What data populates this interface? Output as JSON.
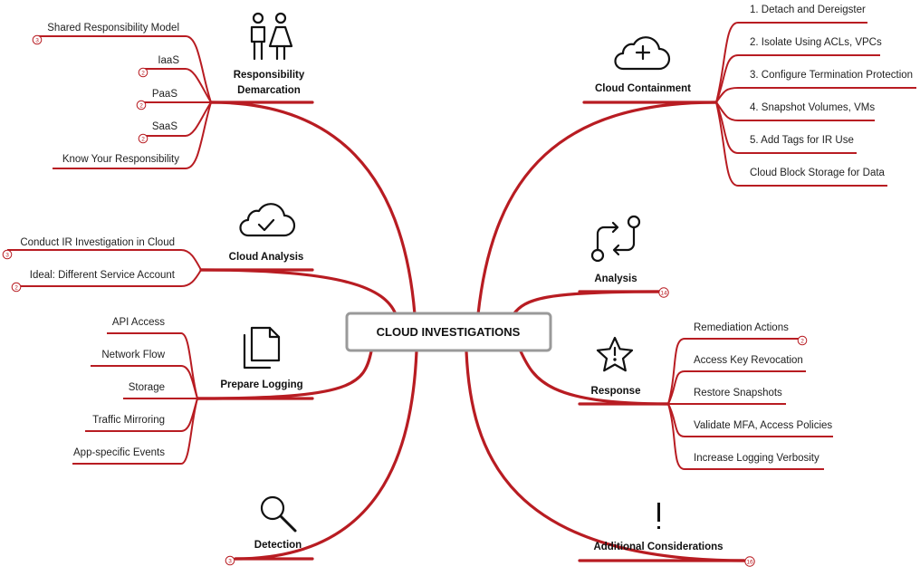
{
  "center": {
    "title": "CLOUD INVESTIGATIONS"
  },
  "branches": {
    "responsibility": {
      "label_line1": "Responsibility",
      "label_line2": "Demarcation",
      "icon": "people-icon",
      "items": [
        {
          "label": "Shared Responsibility Model",
          "badge": "3"
        },
        {
          "label": "IaaS",
          "badge": "2"
        },
        {
          "label": "PaaS",
          "badge": "2"
        },
        {
          "label": "SaaS",
          "badge": "2"
        },
        {
          "label": "Know Your Responsibility"
        }
      ]
    },
    "cloud_analysis": {
      "label": "Cloud Analysis",
      "icon": "cloud-check-icon",
      "items": [
        {
          "label": "Conduct IR Investigation in Cloud",
          "badge": "3"
        },
        {
          "label": "Ideal: Different Service Account",
          "badge": "2"
        }
      ]
    },
    "prepare_logging": {
      "label": "Prepare Logging",
      "icon": "documents-icon",
      "items": [
        {
          "label": "API Access"
        },
        {
          "label": "Network Flow"
        },
        {
          "label": "Storage"
        },
        {
          "label": "Traffic Mirroring"
        },
        {
          "label": "App-specific Events"
        }
      ]
    },
    "detection": {
      "label": "Detection",
      "icon": "magnifier-icon",
      "badge": "3"
    },
    "cloud_containment": {
      "label": "Cloud Containment",
      "icon": "cloud-plus-icon",
      "items": [
        {
          "label": "1. Detach and Dereigster"
        },
        {
          "label": "2. Isolate Using ACLs, VPCs"
        },
        {
          "label": "3. Configure Termination Protection"
        },
        {
          "label": "4. Snapshot Volumes, VMs"
        },
        {
          "label": "5. Add Tags for IR Use"
        },
        {
          "label": "Cloud Block Storage for Data"
        }
      ]
    },
    "analysis": {
      "label": "Analysis",
      "icon": "git-compare-icon",
      "badge": "14"
    },
    "response": {
      "label": "Response",
      "icon": "star-alert-icon",
      "items": [
        {
          "label": "Remediation Actions",
          "badge": "2"
        },
        {
          "label": "Access Key Revocation"
        },
        {
          "label": "Restore Snapshots"
        },
        {
          "label": "Validate MFA, Access Policies"
        },
        {
          "label": "Increase Logging Verbosity"
        }
      ]
    },
    "additional": {
      "label": "Additional Considerations",
      "icon": "exclamation-icon",
      "badge": "16"
    }
  }
}
